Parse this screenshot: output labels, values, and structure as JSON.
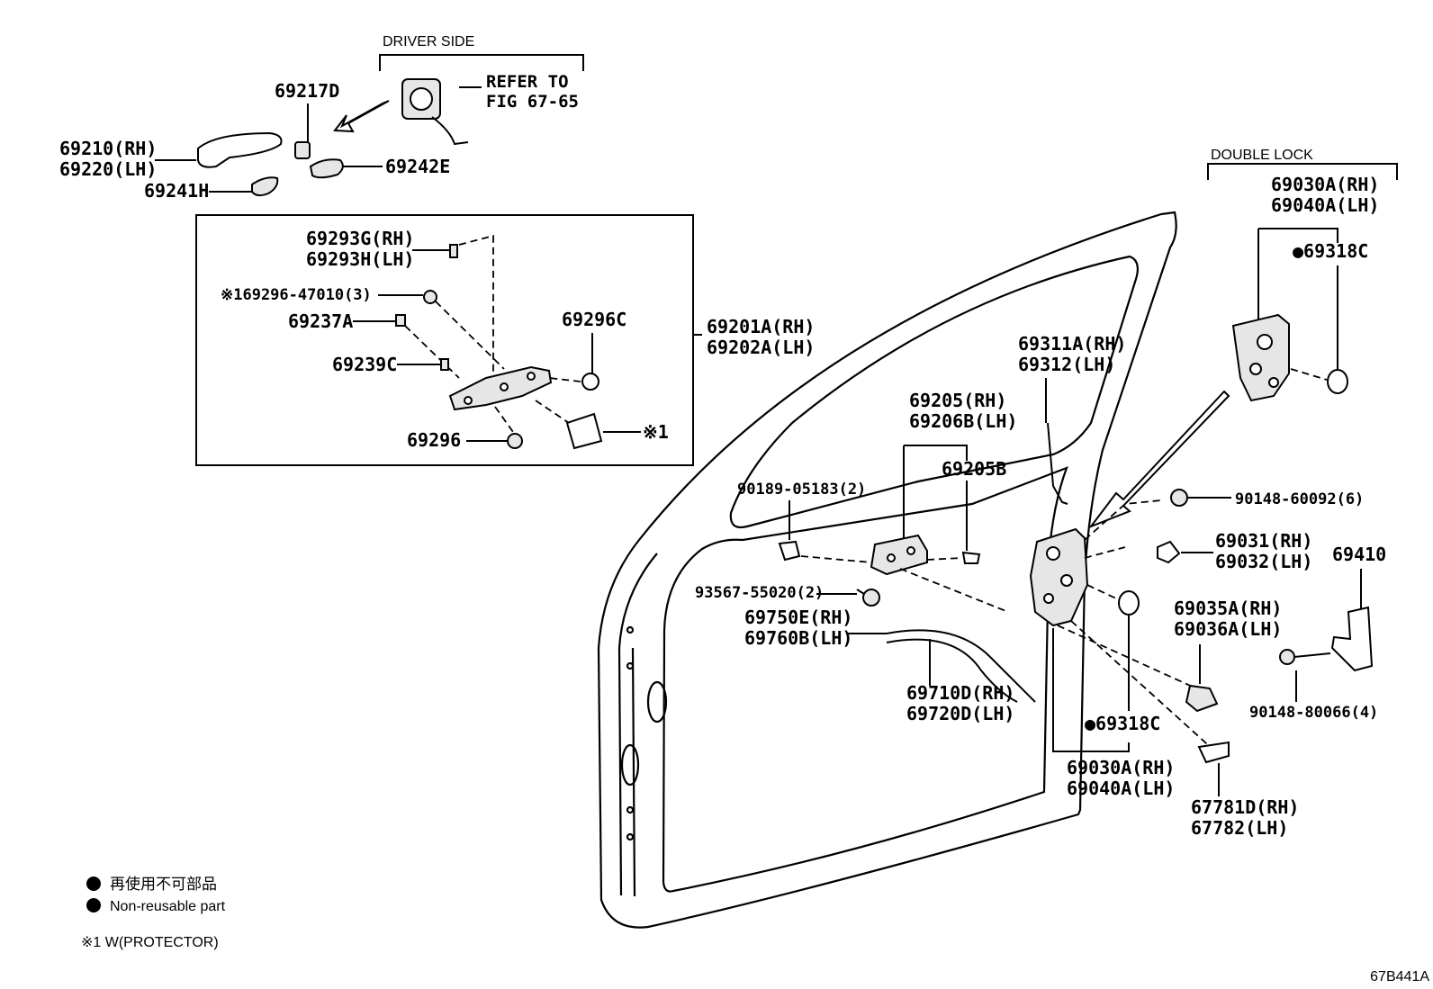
{
  "headers": {
    "driver_side": "DRIVER SIDE",
    "double_lock": "DOUBLE LOCK"
  },
  "refer": {
    "line1": "REFER TO",
    "line2": "FIG 67-65"
  },
  "parts": {
    "p69217D": "69217D",
    "p69210RH": "69210(RH)",
    "p69220LH": "69220(LH)",
    "p69241H": "69241H",
    "p69242E": "69242E",
    "p69293G": "69293G(RH)",
    "p69293H": "69293H(LH)",
    "p69296_47010": "※169296-47010(3)",
    "p69237A": "69237A",
    "p69296C": "69296C",
    "p69239C": "69239C",
    "p69296": "69296",
    "protector_mark": "※1",
    "p69201A": "69201A(RH)",
    "p69202A": "69202A(LH)",
    "p69030A_top": "69030A(RH)",
    "p69040A_top": "69040A(LH)",
    "p69318C_top": "●69318C",
    "p69311A": "69311A(RH)",
    "p69312": "69312(LH)",
    "p69205": "69205(RH)",
    "p69206B": "69206B(LH)",
    "p69205B": "69205B",
    "p90189": "90189-05183(2)",
    "p90148_60092": "90148-60092(6)",
    "p69031": "69031(RH)",
    "p69032": "69032(LH)",
    "p69410": "69410",
    "p93567": "93567-55020(2)",
    "p69750E": "69750E(RH)",
    "p69760B": "69760B(LH)",
    "p69035A": "69035A(RH)",
    "p69036A": "69036A(LH)",
    "p90148_80066": "90148-80066(4)",
    "p69710D": "69710D(RH)",
    "p69720D": "69720D(LH)",
    "p69318C_bot": "●69318C",
    "p69030A_bot": "69030A(RH)",
    "p69040A_bot": "69040A(LH)",
    "p67781D": "67781D(RH)",
    "p67782": "67782(LH)"
  },
  "legend": {
    "jp": "再使用不可部品",
    "en": "Non-reusable part",
    "note": "※1 W(PROTECTOR)"
  },
  "figure_code": "67B441A"
}
